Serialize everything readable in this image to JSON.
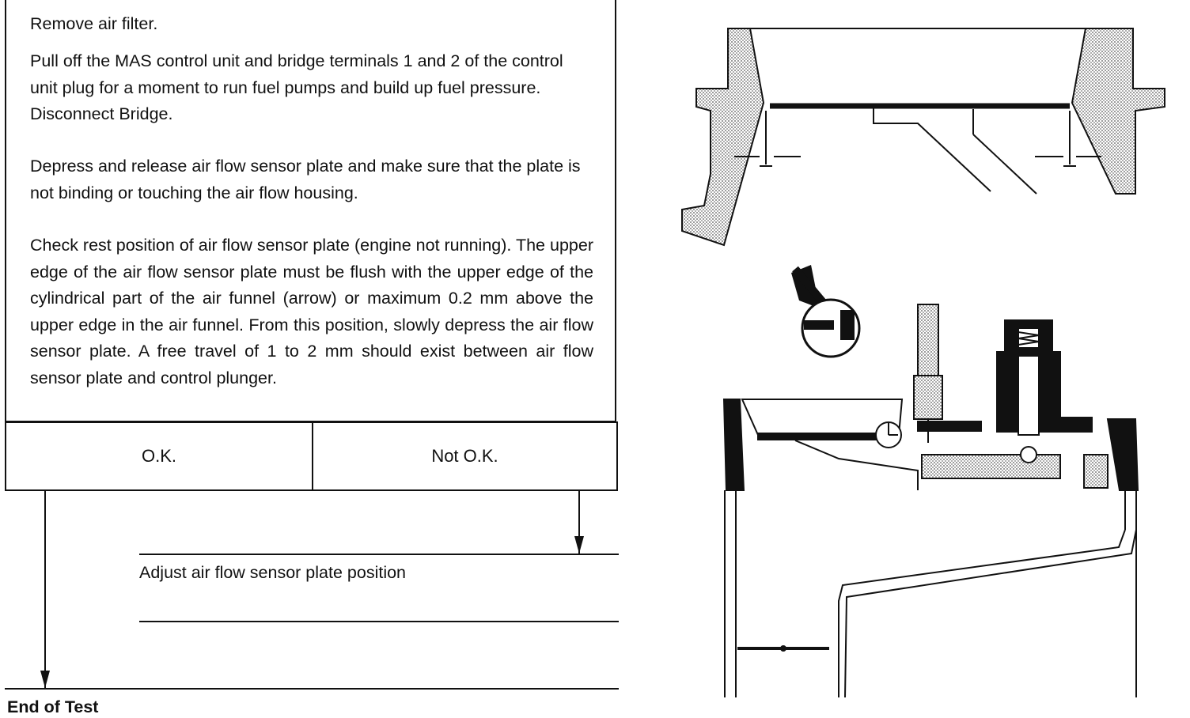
{
  "instructions": {
    "step1": "Remove air filter.",
    "step2": "Pull off the MAS control unit and bridge terminals 1 and 2 of the control unit plug for a moment to run fuel pumps and build up fuel pressure. Disconnect Bridge.",
    "step3": "Depress and release air flow sensor plate and make sure that the plate is not binding or touching the air flow housing.",
    "step4": "Check rest position of air flow sensor plate (engine not running). The upper edge of the air flow sensor plate must be flush with the upper edge of the cylindrical part of the air funnel (arrow) or maximum 0.2 mm above the upper edge in the air funnel. From this position, slowly depress the air flow sensor plate. A free travel of 1 to 2 mm should exist between air flow sensor plate and control plunger."
  },
  "options": {
    "ok": "O.K.",
    "not_ok": "Not O.K."
  },
  "action": "Adjust air flow sensor plate position",
  "end": "End of Test"
}
